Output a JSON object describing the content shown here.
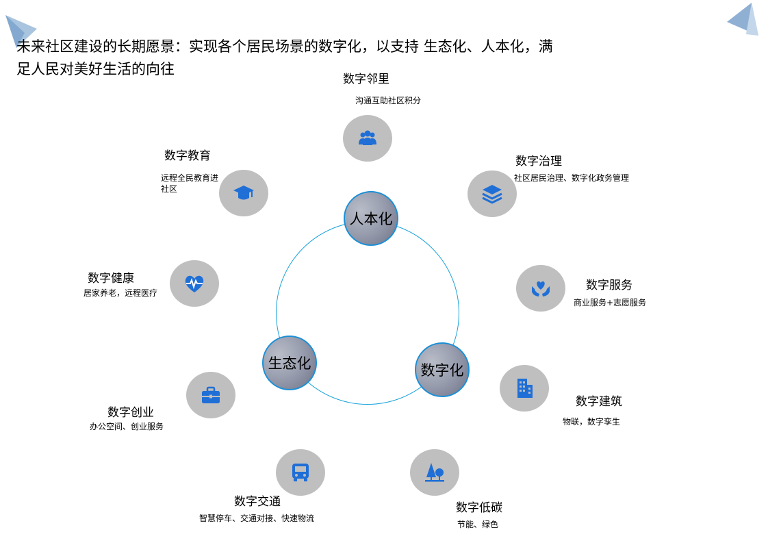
{
  "title": "未来社区建设的长期愿景：实现各个居民场景的数字化，以支持 生态化、人本化，满足人民对美好生活的向往",
  "colors": {
    "accent": "#1b8fd6",
    "icon": "#1f6fd6",
    "node_bg": "#bfbfbf"
  },
  "cores": [
    {
      "label": "人本化"
    },
    {
      "label": "数字化"
    },
    {
      "label": "生态化"
    }
  ],
  "nodes": [
    {
      "name": "数字邻里",
      "desc": "沟通互助社区积分",
      "icon": "users-icon"
    },
    {
      "name": "数字治理",
      "desc": "社区居民治理、数字化政务管理",
      "icon": "layers-icon"
    },
    {
      "name": "数字服务",
      "desc": "商业服务+志愿服务",
      "icon": "heart-hands-icon"
    },
    {
      "name": "数字建筑",
      "desc": "物联，数字孪生",
      "icon": "building-icon"
    },
    {
      "name": "数字低碳",
      "desc": "节能、绿色",
      "icon": "tree-icon"
    },
    {
      "name": "数字交通",
      "desc": "智慧停车、交通对接、快速物流",
      "icon": "bus-icon"
    },
    {
      "name": "数字创业",
      "desc": "办公空间、创业服务",
      "icon": "briefcase-icon"
    },
    {
      "name": "数字健康",
      "desc": "居家养老，远程医疗",
      "icon": "heart-pulse-icon"
    },
    {
      "name": "数字教育",
      "desc": "远程全民教育进社区",
      "icon": "graduation-cap-icon"
    }
  ]
}
